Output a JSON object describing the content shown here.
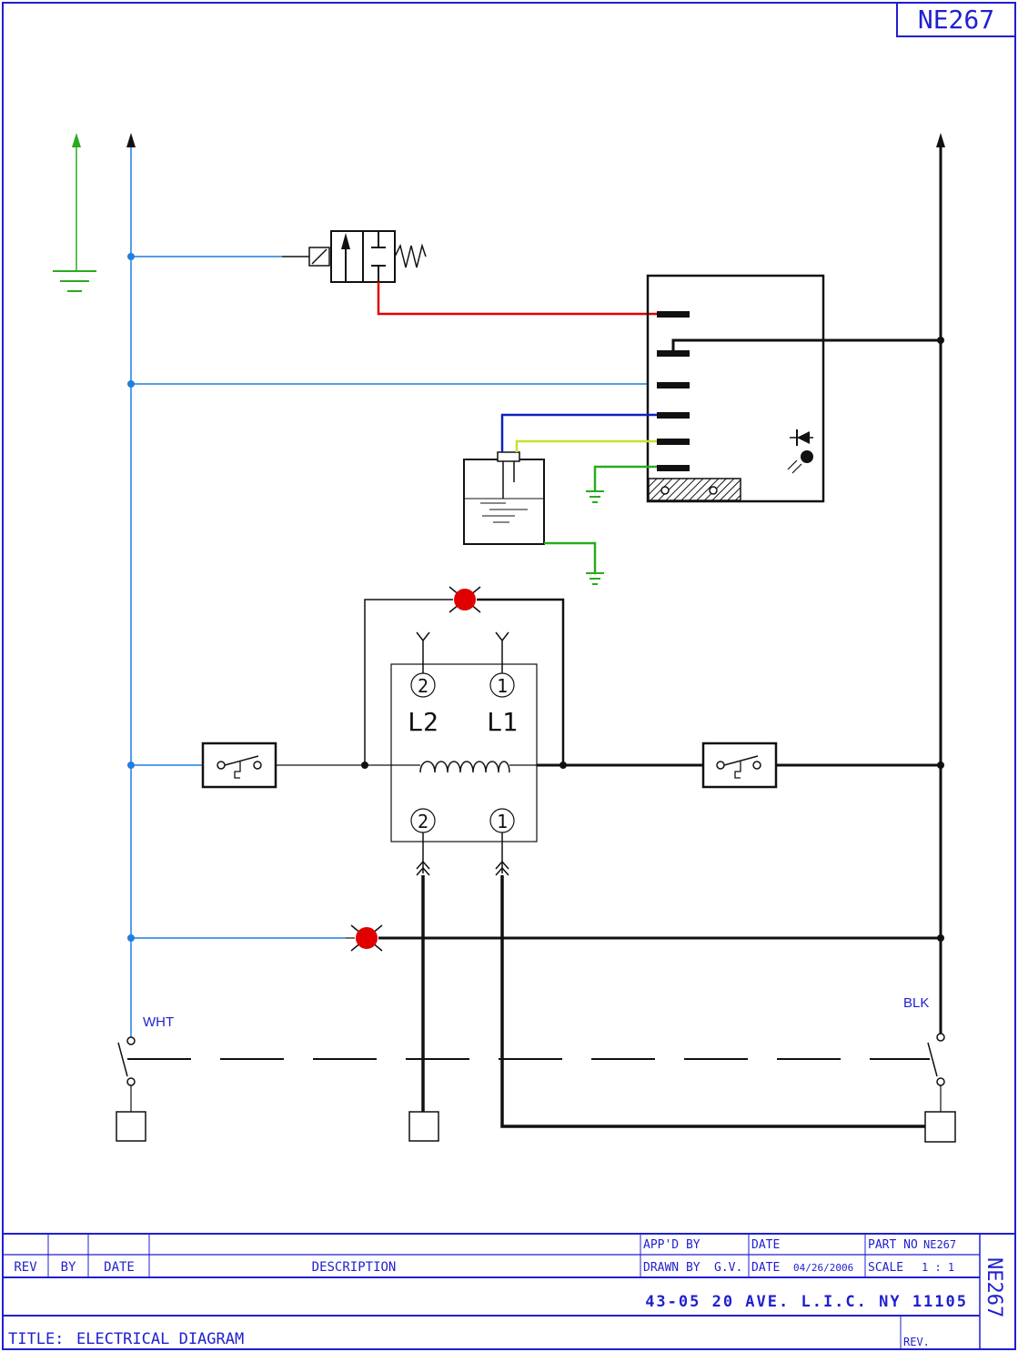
{
  "drawing": {
    "part_number_box": "NE267",
    "side_part_number": "NE267",
    "label_wht": "WHT",
    "label_blk": "BLK",
    "terminal_left_top": "2",
    "terminal_right_top": "1",
    "terminal_left_line": "L2",
    "terminal_right_line": "L1",
    "terminal_left_bottom": "2",
    "terminal_right_bottom": "1"
  },
  "title_block": {
    "rev_header": "REV",
    "by_header": "BY",
    "date_header": "DATE",
    "description_header": "DESCRIPTION",
    "appd_by_label": "APP'D BY",
    "appd_date_label": "DATE",
    "part_no_label": "PART NO",
    "part_no_value": "NE267",
    "drawn_by_label": "DRAWN BY",
    "drawn_by_value": "G.V.",
    "drawn_date_label": "DATE",
    "drawn_date_value": "04/26/2006",
    "scale_label": "SCALE",
    "scale_value": "1 : 1",
    "address": "43-05  20 AVE. L.I.C.  NY  11105",
    "title_label": "TITLE:",
    "title_value": "ELECTRICAL  DIAGRAM",
    "rev_label": "REV."
  },
  "colors": {
    "frame": "#1f1fd0",
    "wire_neutral": "#1f7fe0",
    "wire_black": "#111111",
    "wire_red": "#e00000",
    "wire_blue": "#1020c0",
    "wire_yellow_green": "#c8e030",
    "wire_ground": "#2aaa20",
    "lamp": "#e00000"
  }
}
